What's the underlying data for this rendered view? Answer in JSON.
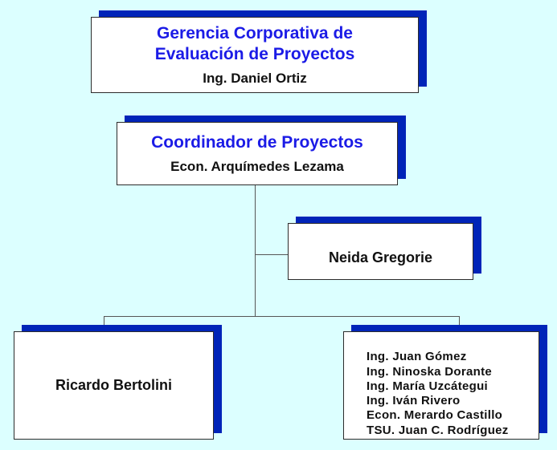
{
  "diagram": {
    "colors": {
      "background": "#dcffff",
      "box_fill": "#ffffff",
      "shadow": "#0024b8",
      "title_text": "#1b1be6",
      "body_text": "#111111",
      "connector": "#555555"
    },
    "gerencia": {
      "title_line1": "Gerencia Corporativa de",
      "title_line2": "Evaluación  de Proyectos",
      "person": "Ing. Daniel Ortiz"
    },
    "coordinador": {
      "title": "Coordinador de Proyectos",
      "person": "Econ. Arquímedes Lezama"
    },
    "assistant": {
      "person": "Neida Gregorie"
    },
    "left_report": {
      "person": "Ricardo Bertolini"
    },
    "right_report": {
      "members": [
        "Ing. Juan Gómez",
        "Ing. Ninoska Dorante",
        "Ing. María Uzcátegui",
        "Ing. Iván Rivero",
        "Econ. Merardo Castillo",
        "TSU. Juan C. Rodríguez"
      ]
    }
  }
}
